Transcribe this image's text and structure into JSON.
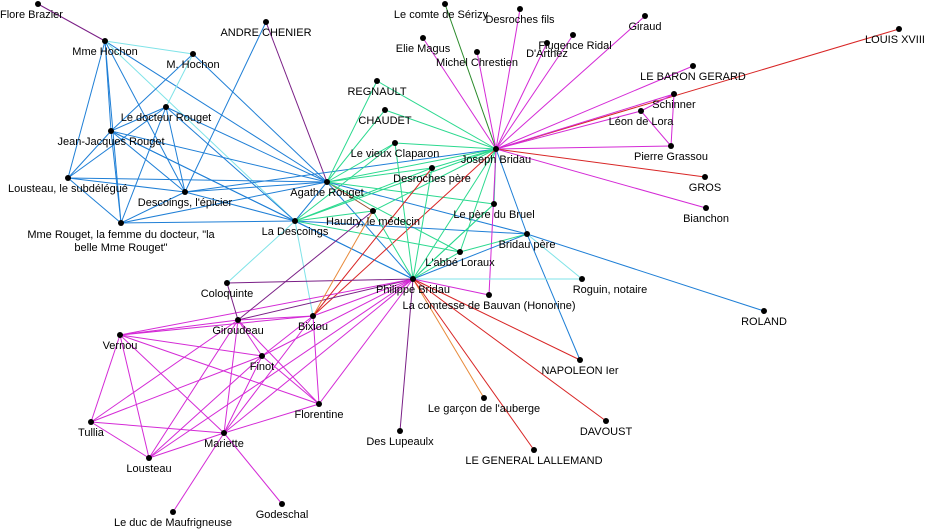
{
  "colors": {
    "blue": "#1f7fd6",
    "cyan": "#7fe3e8",
    "green": "#2bd98f",
    "magenta": "#d42ad6",
    "purple": "#7a1f86",
    "red": "#d82525",
    "orange": "#e88a3a",
    "darkgreen": "#2a8a2a",
    "brown": "#9a4a2a"
  },
  "nodes": [
    {
      "id": "flore",
      "label": "Flore Brazier"
    },
    {
      "id": "mhochon_f",
      "label": "Mme Hochon"
    },
    {
      "id": "mhochon",
      "label": "M. Hochon"
    },
    {
      "id": "chenier",
      "label": "ANDRE CHENIER"
    },
    {
      "id": "drouget",
      "label": "Le docteur Rouget"
    },
    {
      "id": "jjrouget",
      "label": "Jean-Jacques Rouget"
    },
    {
      "id": "lousteau_sub",
      "label": "Lousteau, le subdélégué"
    },
    {
      "id": "descoings_ep",
      "label": "Descoings, l'épicier"
    },
    {
      "id": "mmerouget",
      "label": "Mme Rouget, la femme du docteur, \"la belle Mme Rouget\""
    },
    {
      "id": "agathe",
      "label": "Agathe Rouget"
    },
    {
      "id": "ladescoings",
      "label": "La Descoings"
    },
    {
      "id": "serizy",
      "label": "Le comte de Sérizy"
    },
    {
      "id": "desroches_fils",
      "label": "Desroches fils"
    },
    {
      "id": "giraud",
      "label": "Giraud"
    },
    {
      "id": "louis18",
      "label": "LOUIS XVIII"
    },
    {
      "id": "magus",
      "label": "Elie Magus"
    },
    {
      "id": "chrestien",
      "label": "Michel Chrestien"
    },
    {
      "id": "darthez",
      "label": "D'Arthez"
    },
    {
      "id": "ridal",
      "label": "Flugence Ridal"
    },
    {
      "id": "gerard",
      "label": "LE BARON GERARD"
    },
    {
      "id": "regnault",
      "label": "REGNAULT"
    },
    {
      "id": "chaudet",
      "label": "CHAUDET"
    },
    {
      "id": "schinner",
      "label": "Schinner"
    },
    {
      "id": "leondelora",
      "label": "Léon de Lora"
    },
    {
      "id": "claparon",
      "label": "Le vieux Claparon"
    },
    {
      "id": "joseph",
      "label": "Joseph Bridau"
    },
    {
      "id": "grassou",
      "label": "Pierre Grassou"
    },
    {
      "id": "desroches_pere",
      "label": "Desroches père"
    },
    {
      "id": "gros",
      "label": "GROS"
    },
    {
      "id": "bianchon",
      "label": "Bianchon"
    },
    {
      "id": "haudry",
      "label": "Haudry, le médecin"
    },
    {
      "id": "bruel",
      "label": "Le père du Bruel"
    },
    {
      "id": "bridau_pere",
      "label": "Bridau père"
    },
    {
      "id": "loraux",
      "label": "L'abbé Loraux"
    },
    {
      "id": "roland",
      "label": "ROLAND"
    },
    {
      "id": "roguin",
      "label": "Roguin, notaire"
    },
    {
      "id": "coloquinte",
      "label": "Coloquinte"
    },
    {
      "id": "philippe",
      "label": "Philippe Bridau"
    },
    {
      "id": "bauvan",
      "label": "La comtesse de Bauvan (Honorine)"
    },
    {
      "id": "giroudeau",
      "label": "Giroudeau"
    },
    {
      "id": "bixiou",
      "label": "Bixiou"
    },
    {
      "id": "vernou",
      "label": "Vernou"
    },
    {
      "id": "finot",
      "label": "Finot"
    },
    {
      "id": "napoleon",
      "label": "NAPOLEON Ier"
    },
    {
      "id": "florentine",
      "label": "Florentine"
    },
    {
      "id": "garcon",
      "label": "Le garçon de l'auberge"
    },
    {
      "id": "davoust",
      "label": "DAVOUST"
    },
    {
      "id": "tullia",
      "label": "Tullia"
    },
    {
      "id": "mariette",
      "label": "Mariette"
    },
    {
      "id": "lupeaulx",
      "label": "Des Lupeaulx"
    },
    {
      "id": "lallemand",
      "label": "LE GENERAL LALLEMAND"
    },
    {
      "id": "lousteau",
      "label": "Lousteau"
    },
    {
      "id": "maufrigneuse",
      "label": "Le duc de Maufrigneuse"
    },
    {
      "id": "godeschal",
      "label": "Godeschal"
    }
  ],
  "edges": [
    [
      "flore",
      "mhochon_f",
      "purple"
    ],
    [
      "mhochon_f",
      "mhochon",
      "cyan"
    ],
    [
      "mhochon_f",
      "agathe",
      "blue"
    ],
    [
      "mhochon_f",
      "jjrouget",
      "blue"
    ],
    [
      "mhochon_f",
      "lousteau_sub",
      "blue"
    ],
    [
      "mhochon_f",
      "descoings_ep",
      "blue"
    ],
    [
      "mhochon_f",
      "mmerouget",
      "blue"
    ],
    [
      "mhochon_f",
      "ladescoings",
      "cyan"
    ],
    [
      "mhochon",
      "agathe",
      "blue"
    ],
    [
      "mhochon",
      "drouget",
      "cyan"
    ],
    [
      "mhochon",
      "jjrouget",
      "blue"
    ],
    [
      "chenier",
      "agathe",
      "purple"
    ],
    [
      "chenier",
      "descoings_ep",
      "blue"
    ],
    [
      "drouget",
      "agathe",
      "blue"
    ],
    [
      "drouget",
      "jjrouget",
      "blue"
    ],
    [
      "drouget",
      "descoings_ep",
      "blue"
    ],
    [
      "drouget",
      "mmerouget",
      "blue"
    ],
    [
      "drouget",
      "ladescoings",
      "blue"
    ],
    [
      "drouget",
      "lousteau_sub",
      "blue"
    ],
    [
      "jjrouget",
      "agathe",
      "blue"
    ],
    [
      "jjrouget",
      "lousteau_sub",
      "blue"
    ],
    [
      "jjrouget",
      "descoings_ep",
      "blue"
    ],
    [
      "jjrouget",
      "mmerouget",
      "blue"
    ],
    [
      "jjrouget",
      "ladescoings",
      "blue"
    ],
    [
      "jjrouget",
      "philippe",
      "blue"
    ],
    [
      "lousteau_sub",
      "agathe",
      "blue"
    ],
    [
      "lousteau_sub",
      "mmerouget",
      "blue"
    ],
    [
      "lousteau_sub",
      "descoings_ep",
      "blue"
    ],
    [
      "descoings_ep",
      "agathe",
      "blue"
    ],
    [
      "descoings_ep",
      "ladescoings",
      "blue"
    ],
    [
      "descoings_ep",
      "mmerouget",
      "blue"
    ],
    [
      "descoings_ep",
      "joseph",
      "blue"
    ],
    [
      "mmerouget",
      "agathe",
      "blue"
    ],
    [
      "mmerouget",
      "ladescoings",
      "blue"
    ],
    [
      "agathe",
      "ladescoings",
      "blue"
    ],
    [
      "agathe",
      "joseph",
      "green"
    ],
    [
      "agathe",
      "philippe",
      "blue"
    ],
    [
      "agathe",
      "bridau_pere",
      "blue"
    ],
    [
      "agathe",
      "desroches_pere",
      "green"
    ],
    [
      "agathe",
      "claparon",
      "green"
    ],
    [
      "agathe",
      "haudry",
      "brown"
    ],
    [
      "agathe",
      "loraux",
      "green"
    ],
    [
      "agathe",
      "bruel",
      "green"
    ],
    [
      "agathe",
      "regnault",
      "green"
    ],
    [
      "agathe",
      "chaudet",
      "green"
    ],
    [
      "ladescoings",
      "joseph",
      "green"
    ],
    [
      "ladescoings",
      "philippe",
      "blue"
    ],
    [
      "ladescoings",
      "bridau_pere",
      "blue"
    ],
    [
      "ladescoings",
      "haudry",
      "green"
    ],
    [
      "ladescoings",
      "loraux",
      "green"
    ],
    [
      "ladescoings",
      "desroches_pere",
      "green"
    ],
    [
      "ladescoings",
      "claparon",
      "green"
    ],
    [
      "ladescoings",
      "coloquinte",
      "cyan"
    ],
    [
      "ladescoings",
      "bixiou",
      "cyan"
    ],
    [
      "serizy",
      "joseph",
      "darkgreen"
    ],
    [
      "desroches_fils",
      "joseph",
      "magenta"
    ],
    [
      "giraud",
      "joseph",
      "magenta"
    ],
    [
      "louis18",
      "joseph",
      "red"
    ],
    [
      "magus",
      "joseph",
      "magenta"
    ],
    [
      "chrestien",
      "joseph",
      "magenta"
    ],
    [
      "darthez",
      "joseph",
      "magenta"
    ],
    [
      "ridal",
      "joseph",
      "magenta"
    ],
    [
      "gerard",
      "joseph",
      "magenta"
    ],
    [
      "regnault",
      "joseph",
      "green"
    ],
    [
      "chaudet",
      "joseph",
      "green"
    ],
    [
      "schinner",
      "joseph",
      "magenta"
    ],
    [
      "leondelora",
      "joseph",
      "magenta"
    ],
    [
      "grassou",
      "joseph",
      "magenta"
    ],
    [
      "schinner",
      "grassou",
      "magenta"
    ],
    [
      "leondelora",
      "grassou",
      "magenta"
    ],
    [
      "schinner",
      "leondelora",
      "magenta"
    ],
    [
      "gros",
      "joseph",
      "red"
    ],
    [
      "bianchon",
      "joseph",
      "magenta"
    ],
    [
      "claparon",
      "joseph",
      "green"
    ],
    [
      "desroches_pere",
      "joseph",
      "green"
    ],
    [
      "haudry",
      "joseph",
      "green"
    ],
    [
      "bruel",
      "joseph",
      "green"
    ],
    [
      "bridau_pere",
      "joseph",
      "blue"
    ],
    [
      "loraux",
      "joseph",
      "green"
    ],
    [
      "philippe",
      "joseph",
      "green"
    ],
    [
      "bixiou",
      "joseph",
      "red"
    ],
    [
      "bauvan",
      "joseph",
      "magenta"
    ],
    [
      "haudry",
      "philippe",
      "green"
    ],
    [
      "desroches_pere",
      "philippe",
      "green"
    ],
    [
      "bruel",
      "philippe",
      "green"
    ],
    [
      "bridau_pere",
      "philippe",
      "blue"
    ],
    [
      "loraux",
      "philippe",
      "green"
    ],
    [
      "claparon",
      "philippe",
      "green"
    ],
    [
      "bridau_pere",
      "roland",
      "blue"
    ],
    [
      "bridau_pere",
      "roguin",
      "cyan"
    ],
    [
      "bridau_pere",
      "napoleon",
      "blue"
    ],
    [
      "bridau_pere",
      "loraux",
      "green"
    ],
    [
      "roguin",
      "philippe",
      "cyan"
    ],
    [
      "bauvan",
      "philippe",
      "magenta"
    ],
    [
      "philippe",
      "giroudeau",
      "purple"
    ],
    [
      "philippe",
      "bixiou",
      "magenta"
    ],
    [
      "philippe",
      "finot",
      "magenta"
    ],
    [
      "philippe",
      "florentine",
      "magenta"
    ],
    [
      "philippe",
      "mariette",
      "magenta"
    ],
    [
      "philippe",
      "lousteau",
      "magenta"
    ],
    [
      "philippe",
      "vernou",
      "magenta"
    ],
    [
      "philippe",
      "coloquinte",
      "purple"
    ],
    [
      "philippe",
      "napoleon",
      "red"
    ],
    [
      "philippe",
      "davoust",
      "red"
    ],
    [
      "philippe",
      "garcon",
      "orange"
    ],
    [
      "philippe",
      "lallemand",
      "red"
    ],
    [
      "philippe",
      "lupeaulx",
      "purple"
    ],
    [
      "philippe",
      "bruel",
      "green"
    ],
    [
      "coloquinte",
      "giroudeau",
      "purple"
    ],
    [
      "giroudeau",
      "bixiou",
      "magenta"
    ],
    [
      "giroudeau",
      "vernou",
      "magenta"
    ],
    [
      "giroudeau",
      "finot",
      "magenta"
    ],
    [
      "giroudeau",
      "florentine",
      "magenta"
    ],
    [
      "giroudeau",
      "mariette",
      "magenta"
    ],
    [
      "giroudeau",
      "lousteau",
      "magenta"
    ],
    [
      "giroudeau",
      "tullia",
      "magenta"
    ],
    [
      "giroudeau",
      "haudry",
      "purple"
    ],
    [
      "bixiou",
      "finot",
      "magenta"
    ],
    [
      "bixiou",
      "mariette",
      "magenta"
    ],
    [
      "bixiou",
      "vernou",
      "magenta"
    ],
    [
      "bixiou",
      "florentine",
      "magenta"
    ],
    [
      "bixiou",
      "desroches_pere",
      "red"
    ],
    [
      "bixiou",
      "haudry",
      "orange"
    ],
    [
      "vernou",
      "finot",
      "magenta"
    ],
    [
      "vernou",
      "florentine",
      "magenta"
    ],
    [
      "vernou",
      "mariette",
      "magenta"
    ],
    [
      "vernou",
      "lousteau",
      "magenta"
    ],
    [
      "vernou",
      "tullia",
      "magenta"
    ],
    [
      "finot",
      "mariette",
      "magenta"
    ],
    [
      "finot",
      "lousteau",
      "magenta"
    ],
    [
      "finot",
      "florentine",
      "magenta"
    ],
    [
      "finot",
      "tullia",
      "magenta"
    ],
    [
      "tullia",
      "mariette",
      "magenta"
    ],
    [
      "tullia",
      "lousteau",
      "magenta"
    ],
    [
      "lousteau",
      "mariette",
      "magenta"
    ],
    [
      "mariette",
      "florentine",
      "magenta"
    ],
    [
      "mariette",
      "maufrigneuse",
      "magenta"
    ],
    [
      "mariette",
      "godeschal",
      "magenta"
    ]
  ]
}
